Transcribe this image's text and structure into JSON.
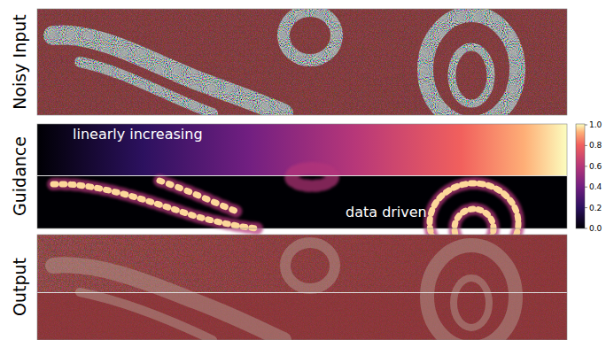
{
  "diagram": {
    "nodes": [
      {
        "text": [
          "linearly increasing"
        ]
      },
      {
        "text": [
          "data driven"
        ]
      }
    ],
    "labels": [
      "Noisy Input",
      "Guidance",
      "Output",
      "1.0",
      "0.8",
      "0.6",
      "0.4",
      "0.2",
      "0.0"
    ]
  }
}
